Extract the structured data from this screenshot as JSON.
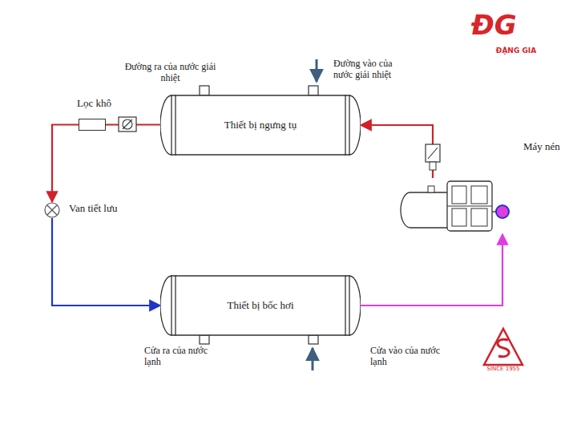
{
  "diagram": {
    "nodes": [
      {
        "text": [
          "Thiết bị ngưng tụ"
        ]
      },
      {
        "text": [
          "Lọc khô"
        ]
      },
      {
        "text": [
          "Máy nén"
        ]
      },
      {
        "text": [
          "Van tiết lưu"
        ]
      },
      {
        "text": [
          "Thiết bị bốc hơi"
        ]
      }
    ],
    "edges": [
      {
        "from": 2,
        "to": 0,
        "arrow": "to"
      },
      {
        "from": 0,
        "to": 1,
        "arrow": "none"
      },
      {
        "from": 1,
        "to": 3,
        "arrow": "to"
      },
      {
        "from": 3,
        "to": 4,
        "arrow": "to"
      },
      {
        "from": 4,
        "to": 2,
        "arrow": "to"
      }
    ],
    "labels": [
      "Đường ra của nước giải nhiệt",
      "Đường vào của nước giải nhiệt",
      "Cửa ra của nước lạnh",
      "Cửa vào của nước lạnh",
      "ĐG",
      "ĐẶNG GIA",
      "SINCE 1955"
    ]
  }
}
